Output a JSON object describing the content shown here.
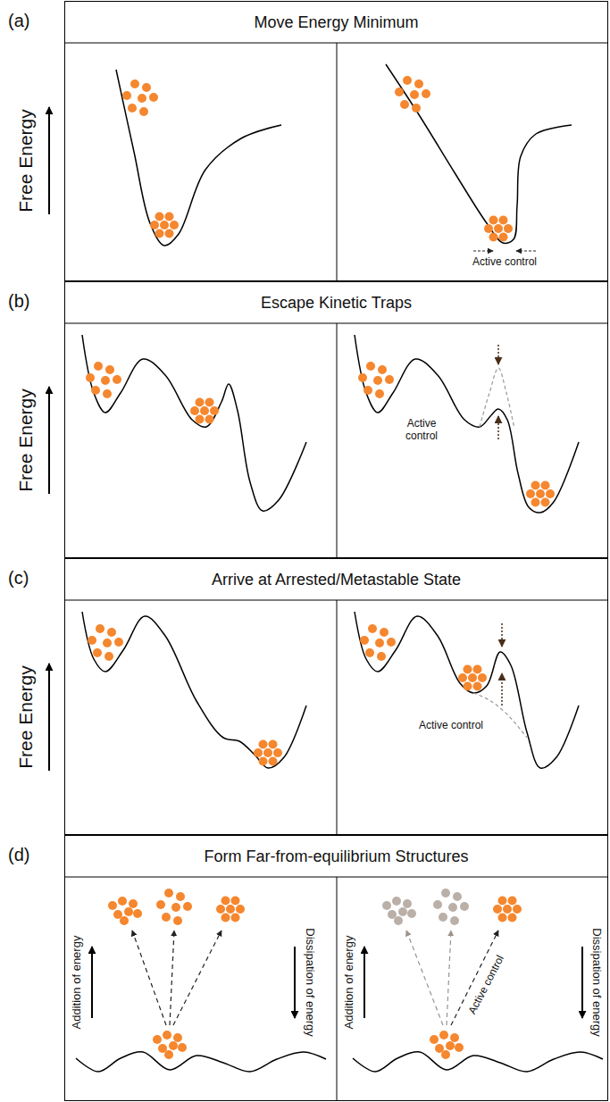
{
  "diagram": {
    "nodes": [
      {
        "text": [
          "(a)",
          "Move Energy Minimum"
        ]
      },
      {
        "text": [
          "(b)",
          "Escape Kinetic Traps"
        ]
      },
      {
        "text": [
          "(c)",
          "Arrive at Arrested/Metastable State"
        ]
      },
      {
        "text": [
          "(d)",
          "Form Far-from-equilibrium Structures"
        ]
      }
    ],
    "labels": [
      "Free Energy",
      "Active control",
      "Free Energy",
      "Active control",
      "Free Energy",
      "Active control",
      "Addition of energy",
      "Dissipation of energy",
      "Addition of energy",
      "Active control",
      "Dissipation of energy"
    ]
  }
}
